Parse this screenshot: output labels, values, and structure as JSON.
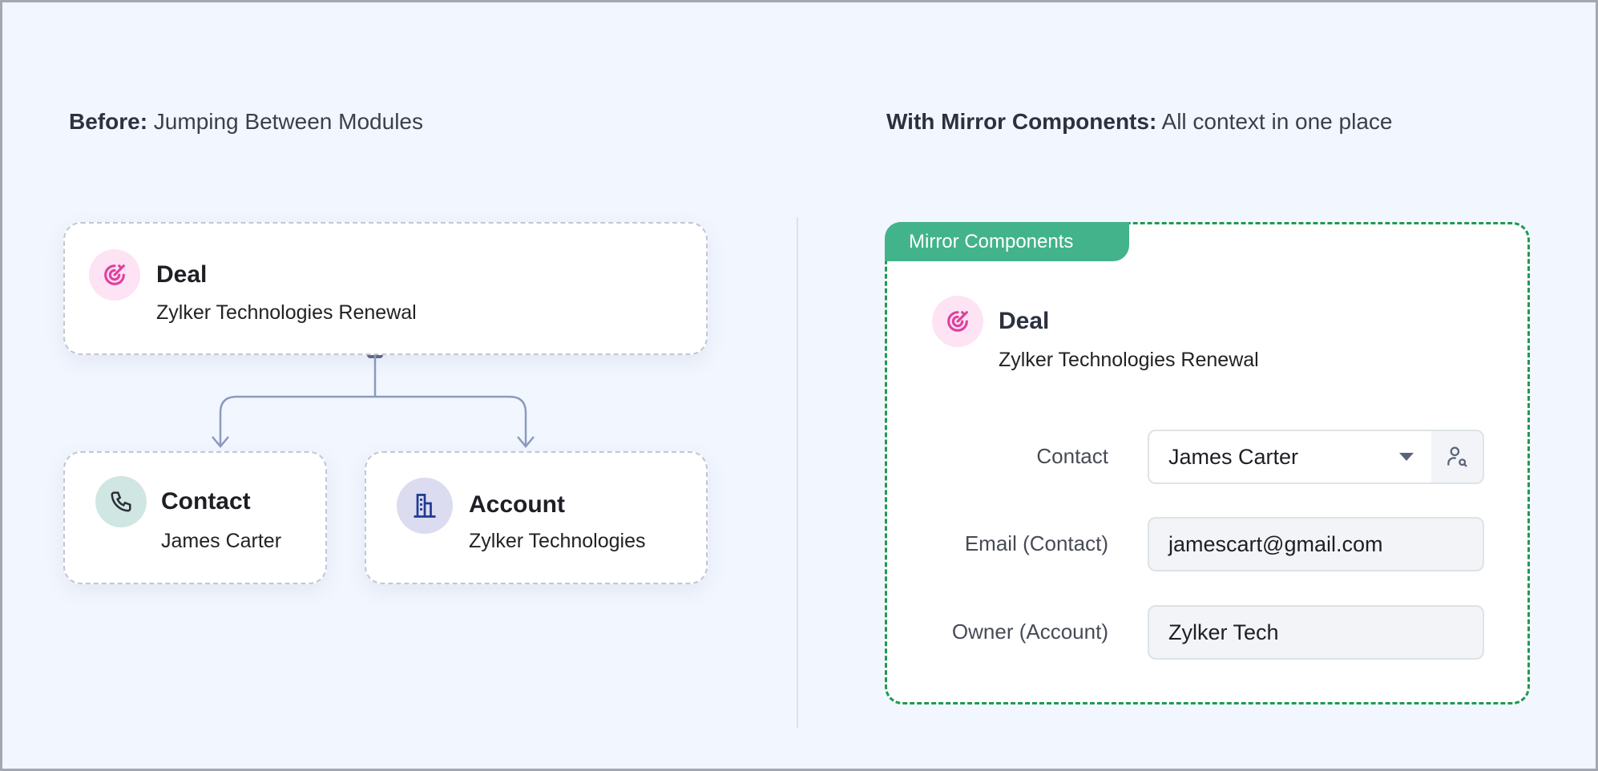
{
  "before": {
    "heading_bold": "Before:",
    "heading_rest": " Jumping Between Modules",
    "deal": {
      "title": "Deal",
      "subtitle": "Zylker Technologies Renewal"
    },
    "contact": {
      "title": "Contact",
      "subtitle": "James Carter"
    },
    "account": {
      "title": "Account",
      "subtitle": "Zylker Technologies"
    }
  },
  "after": {
    "heading_bold": "With Mirror Components:",
    "heading_rest": " All context in one place",
    "badge": "Mirror Components",
    "deal": {
      "title": "Deal",
      "subtitle": "Zylker Technologies Renewal"
    },
    "fields": [
      {
        "label": "Contact",
        "value": "James Carter"
      },
      {
        "label": "Email (Contact)",
        "value": "jamescart@gmail.com"
      },
      {
        "label": "Owner (Account)",
        "value": "Zylker Tech"
      }
    ]
  },
  "colors": {
    "green": "#42b38b",
    "pink": "#e040a0",
    "navy": "#1f3a93"
  }
}
